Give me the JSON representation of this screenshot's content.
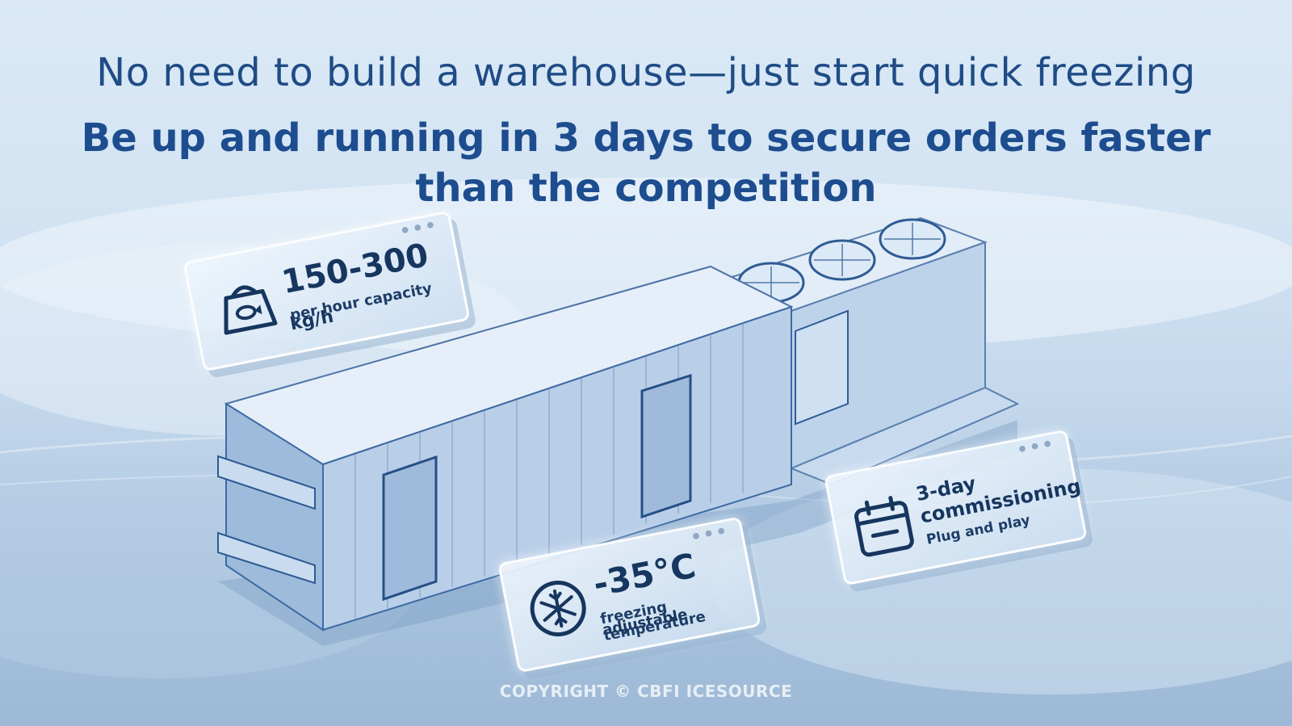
{
  "header": {
    "headline": "No need to build a warehouse—just start quick freezing",
    "subheadline": "Be up and running in 3 days to secure orders faster than the competition"
  },
  "cards": {
    "capacity": {
      "value": "150-300",
      "unit": "kg/h",
      "caption": "per hour capacity",
      "icon": "scale-fish-icon"
    },
    "temperature": {
      "value": "-35°C",
      "unit": "adjustable",
      "caption": "freezing temperature",
      "icon": "snowflake-icon"
    },
    "commissioning": {
      "line1": "3-day",
      "line2": "commissioning",
      "caption": "Plug and play",
      "icon": "calendar-icon"
    }
  },
  "footer": {
    "copyright": "COPYRIGHT © CBFI ICESOURCE"
  },
  "colors": {
    "title": "#1f4c86",
    "subtitle": "#1d4d8f",
    "card_text": "#16365f",
    "background": "#d4e4f3"
  }
}
